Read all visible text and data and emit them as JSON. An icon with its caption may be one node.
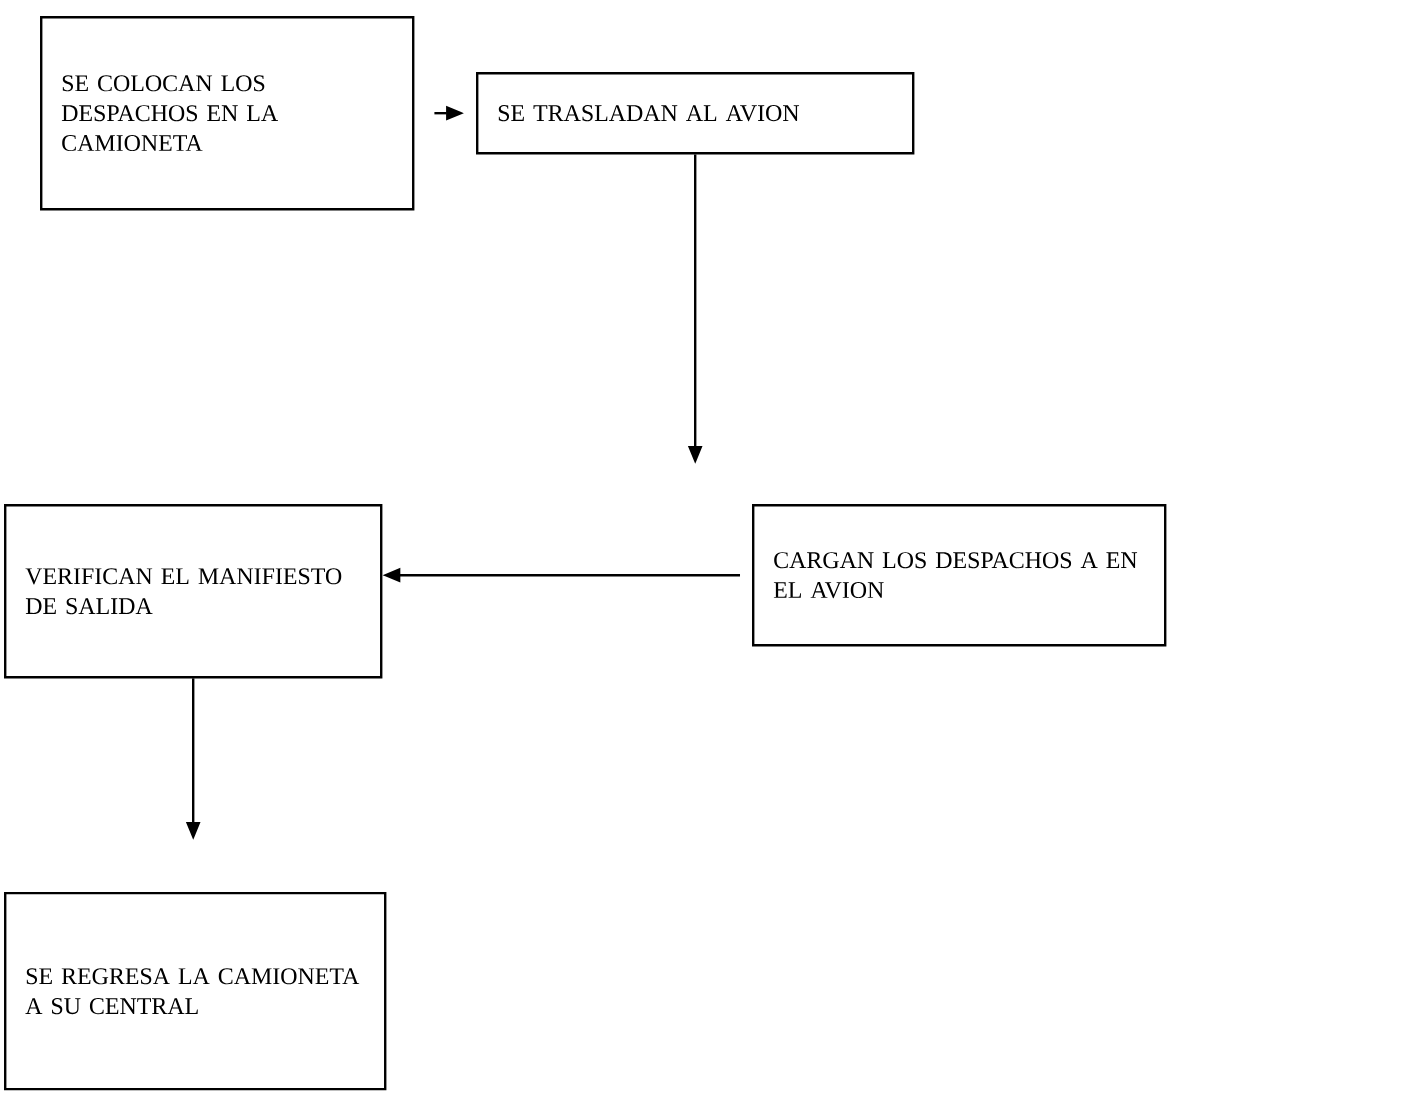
{
  "diagram": {
    "nodes": [
      {
        "text": [
          "SE COLOCAN LOS DESPACHOS EN LA CAMIONETA"
        ]
      },
      {
        "text": [
          "SE TRASLADAN AL AVION"
        ]
      },
      {
        "text": [
          "CARGAN LOS DESPACHOS A EN EL AVION"
        ]
      },
      {
        "text": [
          "VERIFICAN EL MANIFIESTO DE SALIDA"
        ]
      },
      {
        "text": [
          "SE REGRESA LA CAMIONETA A SU CENTRAL"
        ]
      }
    ],
    "edges": [
      {
        "from": 0,
        "to": 1,
        "arrow": "to"
      },
      {
        "from": 1,
        "to": 2,
        "arrow": "to"
      },
      {
        "from": 2,
        "to": 3,
        "arrow": "to"
      },
      {
        "from": 3,
        "to": 4,
        "arrow": "to"
      }
    ]
  }
}
